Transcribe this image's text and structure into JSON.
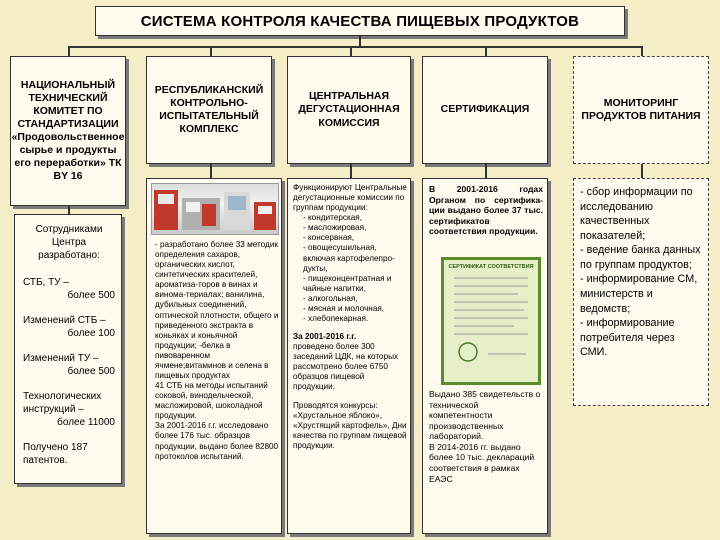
{
  "title": "СИСТЕМА КОНТРОЛЯ КАЧЕСТВА ПИЩЕВЫХ ПРОДУКТОВ",
  "columns": [
    {
      "header": "НАЦИОНАЛЬНЫЙ ТЕХНИЧЕСКИЙ КОМИТЕТ ПО СТАНДАРТИЗАЦИИ «Продовольственное сырье и продукты его переработки» ТК BY 16"
    },
    {
      "header": "РЕСПУБЛИКАНСКИЙ КОНТРОЛЬНО-ИСПЫТАТЕЛЬНЫЙ КОМПЛЕКС"
    },
    {
      "header": "ЦЕНТРАЛЬНАЯ ДЕГУСТАЦИОННАЯ КОМИССИЯ"
    },
    {
      "header": "СЕРТИФИКАЦИЯ"
    },
    {
      "header": "МОНИТОРИНГ ПРОДУКТОВ ПИТАНИЯ"
    }
  ],
  "tk_stats": {
    "intro": "Сотрудниками Центра разработано:",
    "items": [
      {
        "label": "СТБ, ТУ –",
        "value": "более 500"
      },
      {
        "label": "Изменений СТБ –",
        "value": "более 100"
      },
      {
        "label": "Изменений ТУ –",
        "value": "более 500"
      },
      {
        "label": "Технологических инструкций –",
        "value": "более 11000"
      },
      {
        "label": "Получено",
        "value": "187 патентов."
      }
    ]
  },
  "lab_text": "- разработано более 33 методик определения сахаров, органических кислот, синтетических красителей, ароматиза-торов в винах и винома-териалах; ванилина, дубильных соединений, оптической плотности, общего и приведенного экстракта в коньяках и коньячной продукции; -белка в пивоваренном ячмене;витаминов и селена в пищевых продуктах\n41 СТБ на методы испытаний соковой, винодельческой, масложировой, шоколадной продукции.\nЗа 2001-2016 г.г. исследовано более 176 тыс. образцов продукции, выдано более 82800 протоколов испытаний.",
  "degust_intro": "Функционируют Центральные дегустационные комиссии по группам продукции:",
  "degust_list": [
    "- кондитерская,",
    "- масложировая,",
    "- консервная,",
    "- овощесушильная, включая картофелепро-дукты,",
    "- пищеконцентратная и чайные напитки,",
    "- алкогольная,",
    "- мясная и молочная,",
    "- хлебопекарная."
  ],
  "degust_period": "За 2001-2016 г.г.",
  "degust_stats": "проведено более 300 заседаний ЦДК, на которых рассмотрено более 6750 образцов пищевой продукции.",
  "degust_contests": "Проводятся конкурсы: «Хрустальное яблоко», «Хрустящий картофель», Дни качества по группам пищевой продукции.",
  "cert_top": "В 2001-2016 годах Органом по сертифика-ции выдано более 37 тыс. сертификатов соответствия продукции.",
  "cert_image_label": "СЕРТИФИКАТ СООТВЕТСТВИЯ",
  "cert_bottom": "Выдано 385 свидетельств о технической компетентности производственных лабораторий.\nВ 2014-2016 гг. выдано более 10 тыс. деклараций соответствия в рамках ЕАЭС",
  "monitoring_items": [
    "- сбор информации по исследованию качественных показателей;",
    "- ведение банка данных по группам продуктов;",
    "- информирование СМ, министерств и ведомств;",
    "- информирование потребителя через СМИ."
  ]
}
